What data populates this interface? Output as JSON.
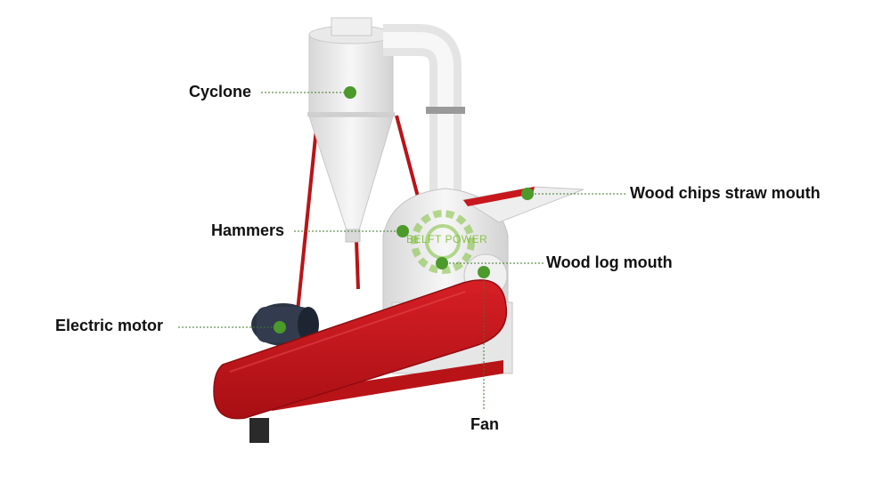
{
  "labels": {
    "cyclone": "Cyclone",
    "hammers": "Hammers",
    "electric_motor": "Electric motor",
    "wood_chips_straw_mouth": "Wood chips straw mouth",
    "wood_log_mouth": "Wood log mouth",
    "fan": "Fan"
  },
  "watermark": "BELFT POWER",
  "colors": {
    "machine_body": "#ececec",
    "belt_guard": "#c8171d",
    "frame": "#b81418",
    "motor": "#2b3444",
    "marker_dot": "#4b9a2a",
    "leader_line": "#3b7a25"
  }
}
